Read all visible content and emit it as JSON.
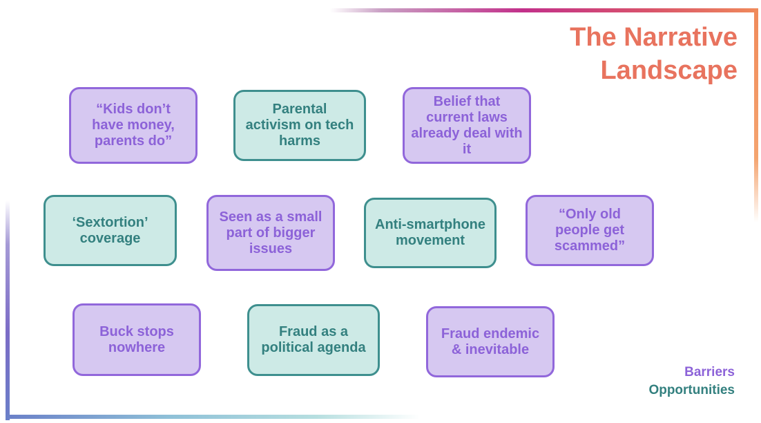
{
  "title": {
    "line1": "The Narrative",
    "line2": "Landscape"
  },
  "cards": [
    {
      "text": "“Kids don’t have money, parents do”",
      "category": "barrier"
    },
    {
      "text": "Parental activism on tech harms",
      "category": "opportunity"
    },
    {
      "text": "Belief that current laws already deal with it",
      "category": "barrier"
    },
    {
      "text": "‘Sextortion’ coverage",
      "category": "opportunity"
    },
    {
      "text": "Seen as a small part of bigger issues",
      "category": "barrier"
    },
    {
      "text": "Anti-smartphone movement",
      "category": "opportunity"
    },
    {
      "text": "“Only old people get scammed”",
      "category": "barrier"
    },
    {
      "text": "Buck stops nowhere",
      "category": "barrier"
    },
    {
      "text": "Fraud as a political agenda",
      "category": "opportunity"
    },
    {
      "text": "Fraud endemic & inevitable",
      "category": "barrier"
    }
  ],
  "legend": {
    "barriers": "Barriers",
    "opportunities": "Opportunities"
  },
  "colors": {
    "title": "#e8735e",
    "barrier_fill": "#d6c8f1",
    "barrier_border": "#9167db",
    "barrier_text": "#8c62d8",
    "opportunity_fill": "#cdeae6",
    "opportunity_border": "#3e8f8e",
    "opportunity_text": "#33807f"
  }
}
